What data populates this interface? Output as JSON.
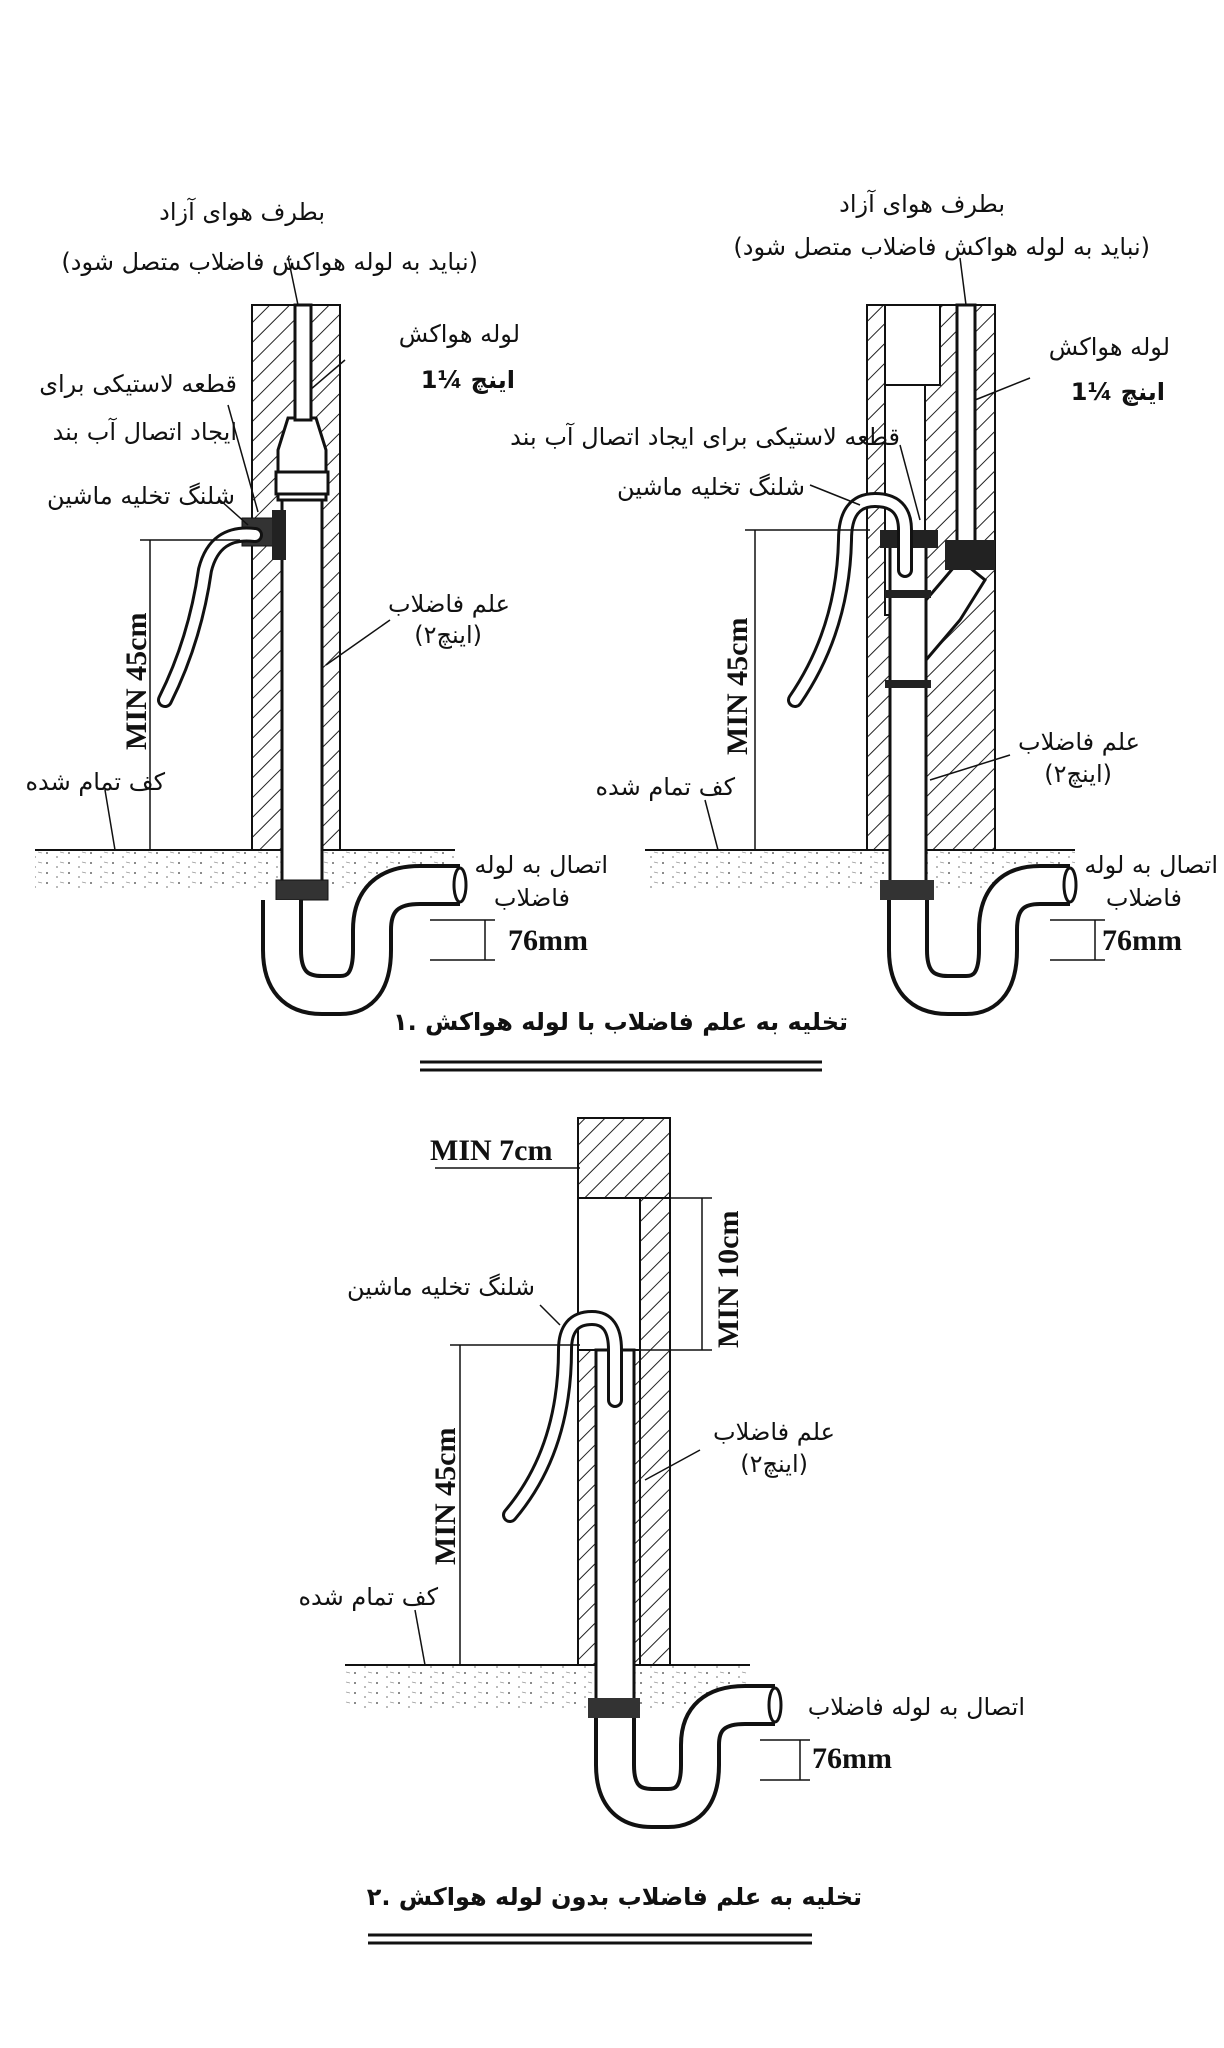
{
  "diagram1": {
    "left": {
      "free_air": "بطرف هوای آزاد",
      "free_air_note": "(نباید به لوله هواکش فاضلاب متصل شود)",
      "vent_pipe": "لوله هواکش",
      "vent_size": "1¼ اینچ",
      "rubber_line1": "قطعه لاستیکی برای",
      "rubber_line2": "ایجاد اتصال آب بند",
      "drain_hose": "شلنگ تخلیه ماشین",
      "stack": "علم فاضلاب",
      "stack_size": "(۲اینچ)",
      "min_height": "MIN 45cm",
      "floor": "کف تمام شده",
      "connection_line1": "اتصال به لوله",
      "connection_line2": "فاضلاب",
      "depth": "76mm"
    },
    "right": {
      "free_air": "بطرف هوای آزاد",
      "free_air_note": "(نباید به لوله هواکش فاضلاب متصل شود)",
      "vent_pipe": "لوله هواکش",
      "vent_size": "1¼ اینچ",
      "rubber": "قطعه لاستیکی برای ایجاد اتصال آب بند",
      "drain_hose": "شلنگ تخلیه ماشین",
      "stack": "علم فاضلاب",
      "stack_size": "(۲اینچ)",
      "min_height": "MIN 45cm",
      "floor": "کف تمام شده",
      "connection_line1": "اتصال به لوله",
      "connection_line2": "فاضلاب",
      "depth": "76mm"
    },
    "caption": "۱. تخلیه به علم فاضلاب با لوله هواکش"
  },
  "diagram2": {
    "min_top": "MIN 7cm",
    "min_side": "MIN 10cm",
    "drain_hose": "شلنگ تخلیه ماشین",
    "stack": "علم فاضلاب",
    "stack_size": "(۲اینچ)",
    "min_height": "MIN 45cm",
    "floor": "کف تمام شده",
    "connection": "اتصال به لوله فاضلاب",
    "depth": "76mm",
    "caption": "۲. تخلیه به علم فاضلاب بدون لوله هواکش"
  }
}
